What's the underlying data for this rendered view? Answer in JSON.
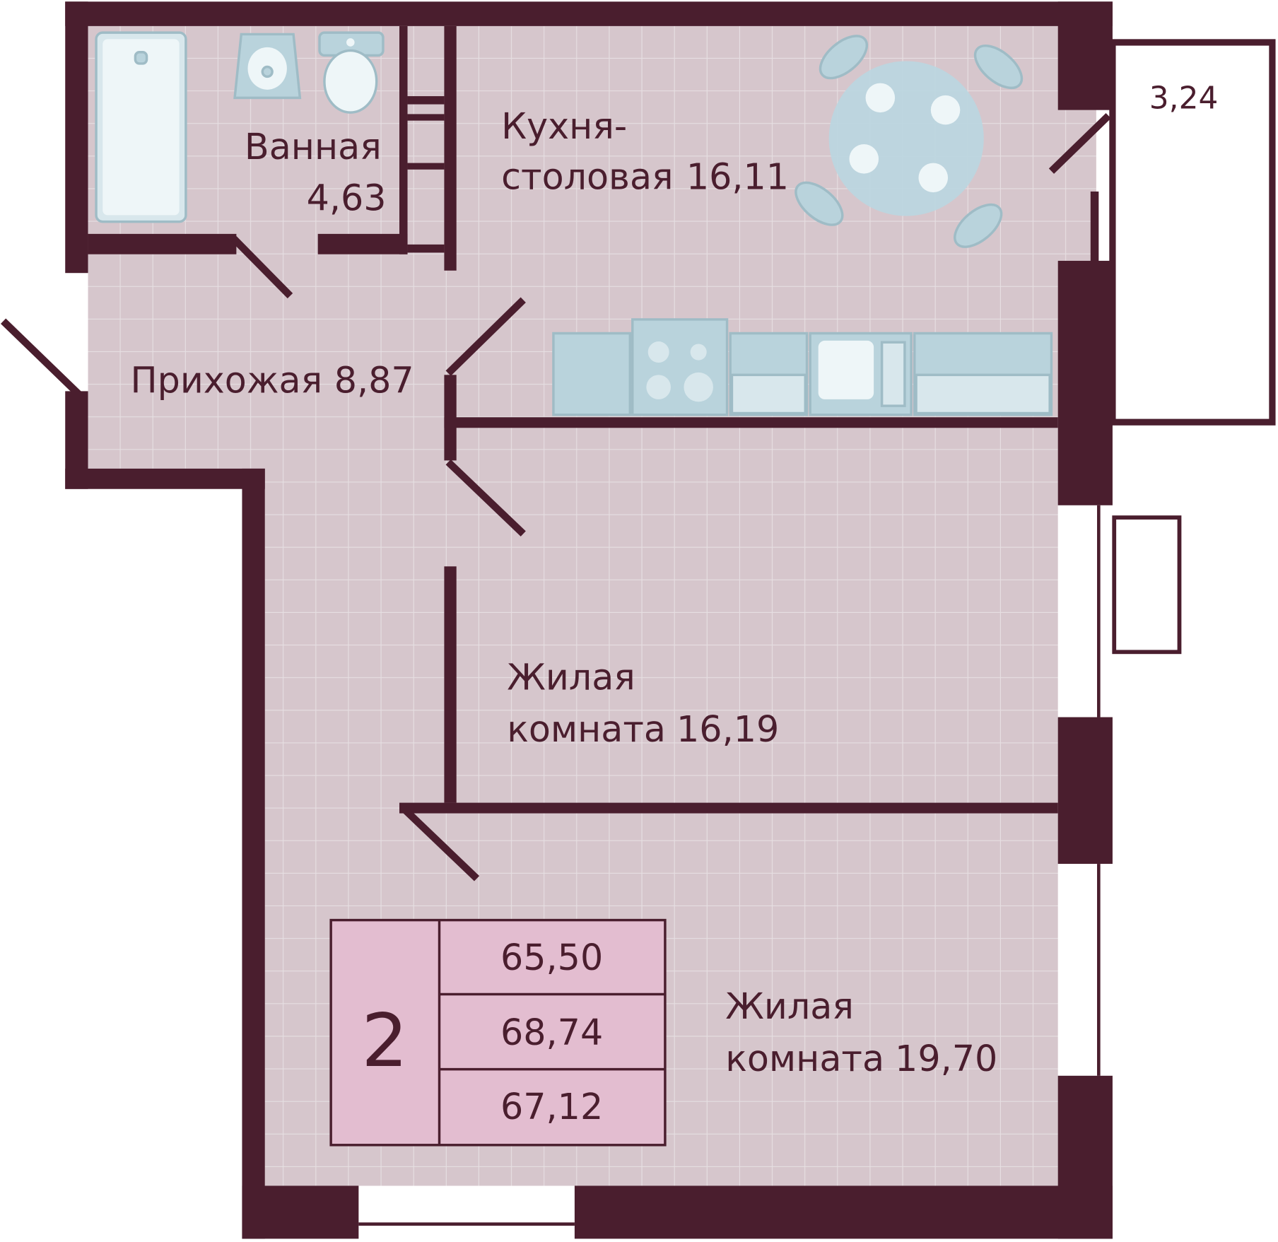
{
  "rooms": {
    "bathroom": {
      "name": "Ванная",
      "area": "4,63"
    },
    "kitchen": {
      "name_line1": "Кухня-",
      "name_line2": "столовая",
      "area": "16,11"
    },
    "hallway": {
      "name": "Прихожая",
      "area": "8,87"
    },
    "living1": {
      "name_line1": "Жилая",
      "name_line2": "комната",
      "area": "16,19"
    },
    "living2": {
      "name_line1": "Жилая",
      "name_line2": "комната",
      "area": "19,70"
    },
    "balcony": {
      "area": "3,24"
    }
  },
  "summary": {
    "rooms_count": "2",
    "areas": [
      "65,50",
      "68,74",
      "67,12"
    ]
  },
  "colors": {
    "wall": "#4a1e2e",
    "floor": "#d6c6cc",
    "grid": "#e6dfe2",
    "summary_fill": "#e3bdd0",
    "fixture": "#b9d3dc"
  }
}
